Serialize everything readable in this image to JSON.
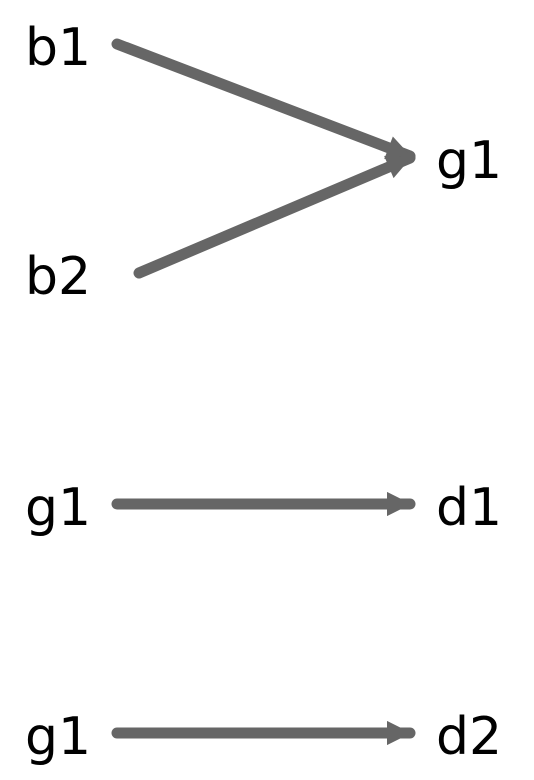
{
  "diagram": {
    "edge_color": "#666666",
    "label_color": "#000000",
    "groups": [
      {
        "sources": [
          "b1",
          "b2"
        ],
        "target": "g1"
      },
      {
        "sources": [
          "g1"
        ],
        "target": "d1"
      },
      {
        "sources": [
          "g1"
        ],
        "target": "d2"
      }
    ]
  }
}
